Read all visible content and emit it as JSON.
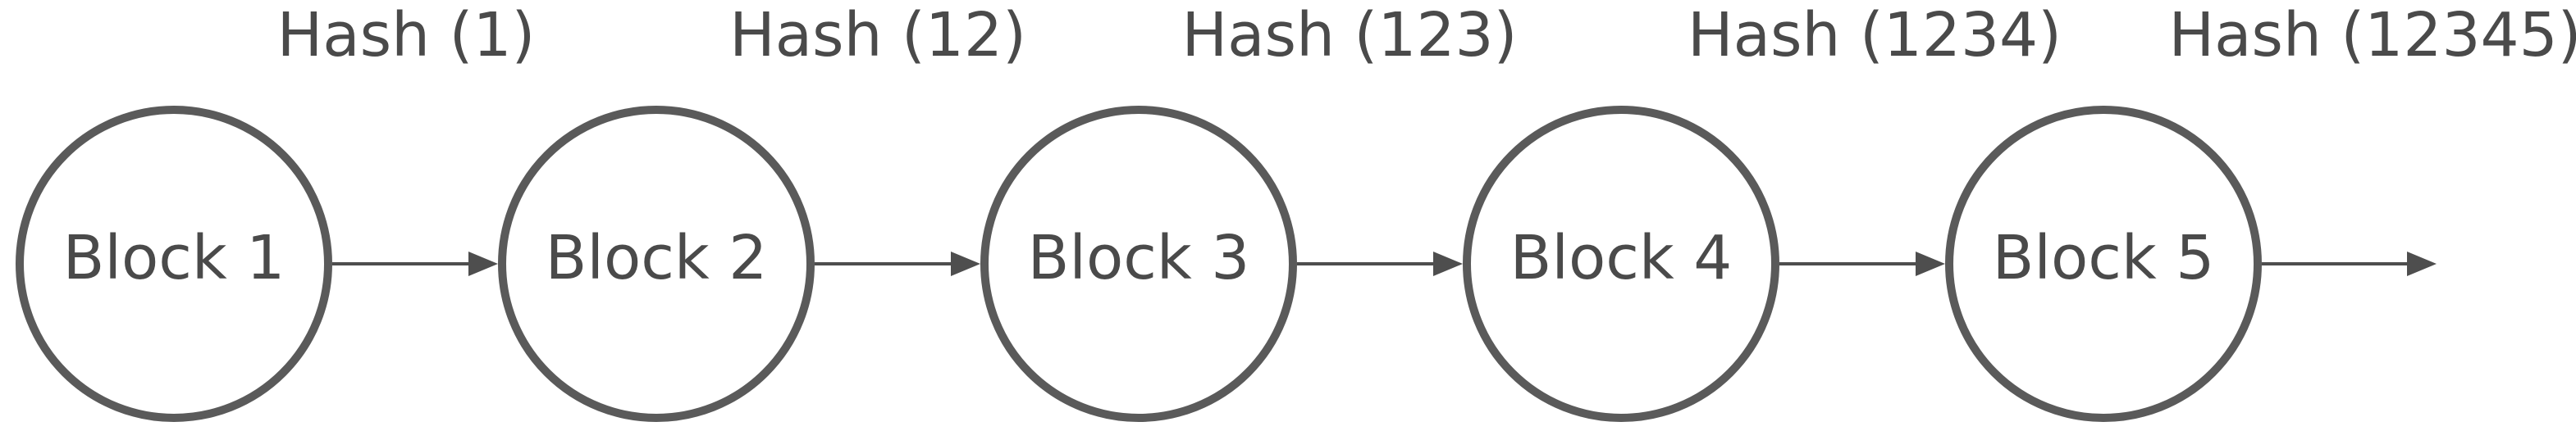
{
  "diagram": {
    "type": "blockchain-chain-diagram",
    "blocks": [
      {
        "label": "Block 1"
      },
      {
        "label": "Block 2"
      },
      {
        "label": "Block 3"
      },
      {
        "label": "Block 4"
      },
      {
        "label": "Block 5"
      }
    ],
    "hashes": [
      {
        "label": "Hash (1)"
      },
      {
        "label": "Hash (12)"
      },
      {
        "label": "Hash (123)"
      },
      {
        "label": "Hash (1234)"
      },
      {
        "label": "Hash (12345)"
      }
    ],
    "colors": {
      "background": "#ffffff",
      "circle_stroke": "#5a5a5a",
      "text": "#4a4a4a",
      "arrow": "#4e4e4e"
    }
  }
}
